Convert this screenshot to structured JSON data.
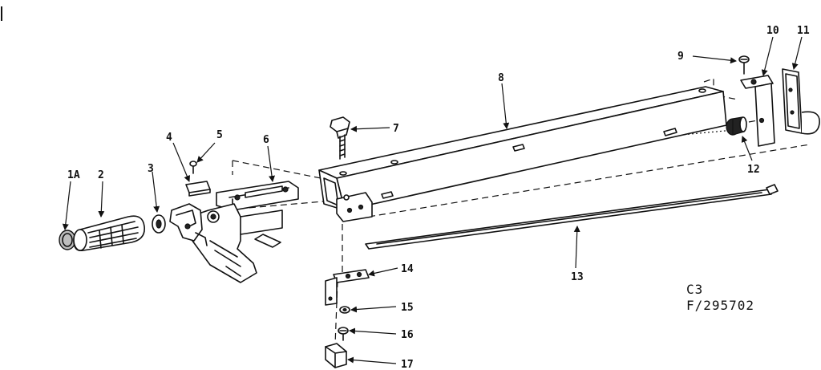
{
  "labels": {
    "p1a": "1A",
    "p2": "2",
    "p3": "3",
    "p4": "4",
    "p5": "5",
    "p6": "6",
    "p7": "7",
    "p8": "8",
    "p9": "9",
    "p10": "10",
    "p11": "11",
    "p12": "12",
    "p13": "13",
    "p14": "14",
    "p15": "15",
    "p16": "16",
    "p17": "17"
  },
  "drawing_code": {
    "line1": "C3",
    "line2": "F/295702"
  },
  "colors": {
    "ink": "#111111",
    "background": "#ffffff"
  }
}
